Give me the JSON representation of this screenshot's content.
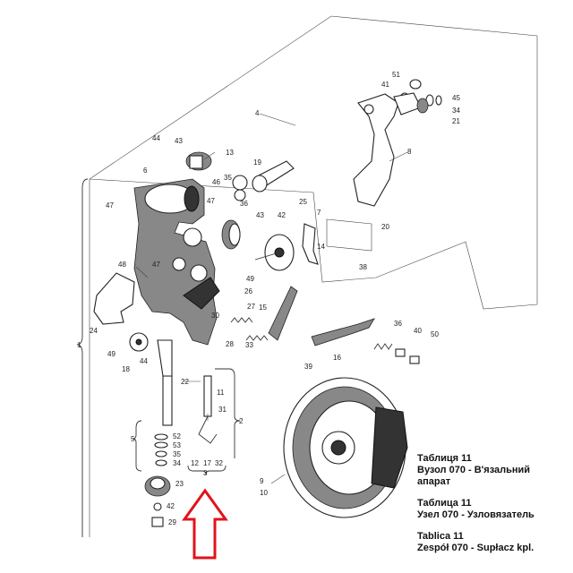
{
  "part_labels": {
    "p51": "51",
    "p41": "41",
    "p45": "45",
    "p34a": "34",
    "p21": "21",
    "p4": "4",
    "p8": "8",
    "p44a": "44",
    "p43a": "43",
    "p13": "13",
    "p19": "19",
    "p35": "35",
    "p6": "6",
    "p46": "46",
    "p36a": "36",
    "p47a": "47",
    "p47b": "47",
    "p25": "25",
    "p7": "7",
    "p43b": "43",
    "p42a": "42",
    "p20": "20",
    "p14": "14",
    "p38": "38",
    "p48": "48",
    "p47c": "47",
    "p49a": "49",
    "p26": "26",
    "p27": "27",
    "p30": "30",
    "p15": "15",
    "p24": "24",
    "p1": "1",
    "p49b": "49",
    "p18": "18",
    "p44b": "44",
    "p28": "28",
    "p33": "33",
    "p39": "39",
    "p16": "16",
    "p36b": "36",
    "p40": "40",
    "p50": "50",
    "p22": "22",
    "p11": "11",
    "p31": "31",
    "p2": "2",
    "p5": "5",
    "p52": "52",
    "p53": "53",
    "p35b": "35",
    "p34b": "34",
    "p12": "12",
    "p17": "17",
    "p32": "32",
    "p3": "3",
    "p23": "23",
    "p42b": "42",
    "p29": "29",
    "p9": "9",
    "p10": "10"
  },
  "captions": [
    {
      "title": "Таблиця 11",
      "lines": [
        "Вузол 070 - В'язальний",
        "апарат"
      ]
    },
    {
      "title": "Таблица 11",
      "lines": [
        "Узел 070 - Узловязатель"
      ]
    },
    {
      "title": "Tablica 11",
      "lines": [
        "Zespół 070 - Supłacz kpl."
      ]
    }
  ],
  "colors": {
    "arrow": "#e0141c",
    "ink": "#222222"
  }
}
